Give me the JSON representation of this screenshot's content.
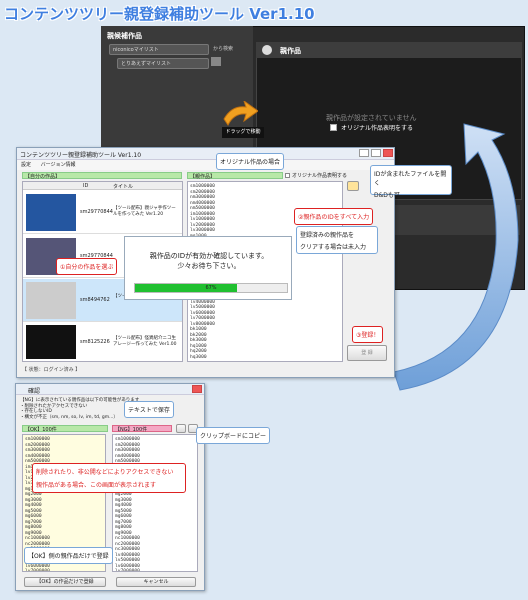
{
  "page_title": "コンテンツツリー親登録補助ツール Ver1.10",
  "dark_app": {
    "panel_left_title": "親候補作品",
    "mylist_select": "niconicoマイリスト",
    "from_search": "から検索",
    "tempmylist_select": "とりあえずマイリスト",
    "panel_right_title": "親作品",
    "no_parent_text": "親作品が設定されていません",
    "original_checkbox_label": "オリジナル作品表明をする",
    "drag_label": "ドラッグで移動"
  },
  "main_window": {
    "title": "コンテンツツリー親登録補助ツール Ver1.10",
    "menu": [
      "設定",
      "バージョン情報"
    ],
    "left_bar": "【自分の作品】",
    "right_bar": "【親作品】",
    "original_check": "オリジナル作品表明する",
    "col_id": "ID",
    "col_title": "タイトル",
    "rows": [
      {
        "id": "sm29770844",
        "title": "【ツール配布】親ジャ手作ツールを作ってみた Ver1.20"
      },
      {
        "id": "sm29770844",
        "title": ""
      },
      {
        "id": "sm8494762",
        "title": "【ツール配布】ニコ生で最後"
      },
      {
        "id": "sm8125226",
        "title": "【ツール配布】怪異紹介ニコ生アレージー作ってみた Ver1.00"
      }
    ],
    "id_list_text": "sm1000000\nsm2000000\nnm3000000\nnm4000000\nnm5000000\nim1000000\nlv1000000\nlv2000000\nlv3000000\nmg1000\nmg2000\nmg3000\nmg4000\nmg5000\nmg6000\nmg7000\nmg8000\nmg9000\nnc1000000\nnc2000000\nnc3000000\nlv4000000\nlv5000000\nlv6000000\nlv7000000\nlv8000000\nbk1000\nbk2000\nbk3000\nhq1000\nhq2000\nhq3000",
    "status": "【 状態：ログイン済み 】",
    "register_button": "登 録",
    "progress": {
      "message_line1": "親作品のIDが有効か確認しています。",
      "message_line2": "少々お待ち下さい。",
      "percent_label": "67%",
      "fraction": 0.67
    }
  },
  "callouts": {
    "original": "オリジナル作品の場合",
    "open_file_1": "IDが含まれたファイルを開く",
    "open_file_2": "D&Dも可",
    "enter_ids": "②親作品のIDをすべて入力",
    "clear_1": "登録済みの親作品を",
    "clear_2": "クリアする場合は未入力",
    "select_own": "①自分の作品を選ぶ",
    "register": "③登録！",
    "save_text": "テキストで保存",
    "copy_clip": "クリップボードにコピー",
    "deleted_1": "削除されたり、非公開などによりアクセスできない",
    "deleted_2": "親作品がある場合、この画面が表示されます",
    "ok_only": "【OK】側の親作品だけで登録"
  },
  "confirm_window": {
    "title": "確認",
    "desc_1": "【NG】に表示されている親作品は以下の可能性があります",
    "desc_2": "・削除されたかアクセスできない",
    "desc_3": "・存在しないID",
    "desc_4": "・構文が不正（sm, nm, so, lv, im, td, gm...）",
    "ok_bar": "【OK】100件",
    "ng_bar": "【NG】100件",
    "ok_list": "sm1000000\nsm2000000\nsm3000000\nsm4000000\nnm5000000\nim1000000\nlv1000000\nlv2000000\nlv3000000\nmg1000\nmg2000\nmg3000\nmg4000\nmg5000\nmg6000\nmg7000\nmg8000\nmg9000\nnc1000000\nnc2000000\nnc3000000\nlv4000000\nlv5000000\nlv6000000\nlv7000000\nlv8000000\nbk1000\nbk2000\nbk3000\nhq1000\nhq2000",
    "ng_list": "sm1000000\nsm2000000\nnm3000000\nnm4000000\nnm5000000\nim1000000\nlv1000000\nlv2000000\nlv3000000\nmg1000\nmg2000\nmg3000\nmg4000\nmg5000\nmg6000\nmg7000\nmg8000\nmg9000\nnc1000000\nnc2000000\nnc3000000\nlv4000000\nlv5000000\nlv6000000\nlv7000000\nlv8000000\nbk1000\nbk2000\nbk3000\nhq1000\nhq2000",
    "ok_register_button": "【OK】の作品だけで登録",
    "cancel_button": "キャンセル"
  },
  "colors": {
    "accent_blue": "#3f7fe0",
    "callout_red": "#d22222",
    "progress_green": "#20c030"
  }
}
